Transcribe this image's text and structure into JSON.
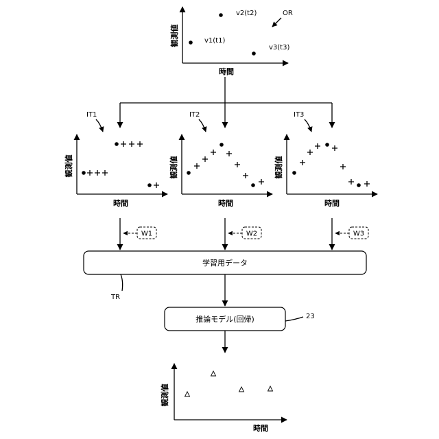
{
  "axis_labels": {
    "y": "観測値",
    "x": "時間"
  },
  "top_plot": {
    "ref": "OR",
    "points": [
      {
        "label": "v1(t1)"
      },
      {
        "label": "v2(t2)"
      },
      {
        "label": "v3(t3)"
      }
    ]
  },
  "interp_plots": [
    {
      "ref": "IT1"
    },
    {
      "ref": "IT2"
    },
    {
      "ref": "IT3"
    }
  ],
  "weights": [
    "W1",
    "W2",
    "W3"
  ],
  "training_box": {
    "label": "学習用データ",
    "ref": "TR"
  },
  "model_box": {
    "label": "推論モデル(回帰)",
    "ref": "23"
  },
  "colors": {
    "line": "#000000",
    "background": "#ffffff"
  }
}
